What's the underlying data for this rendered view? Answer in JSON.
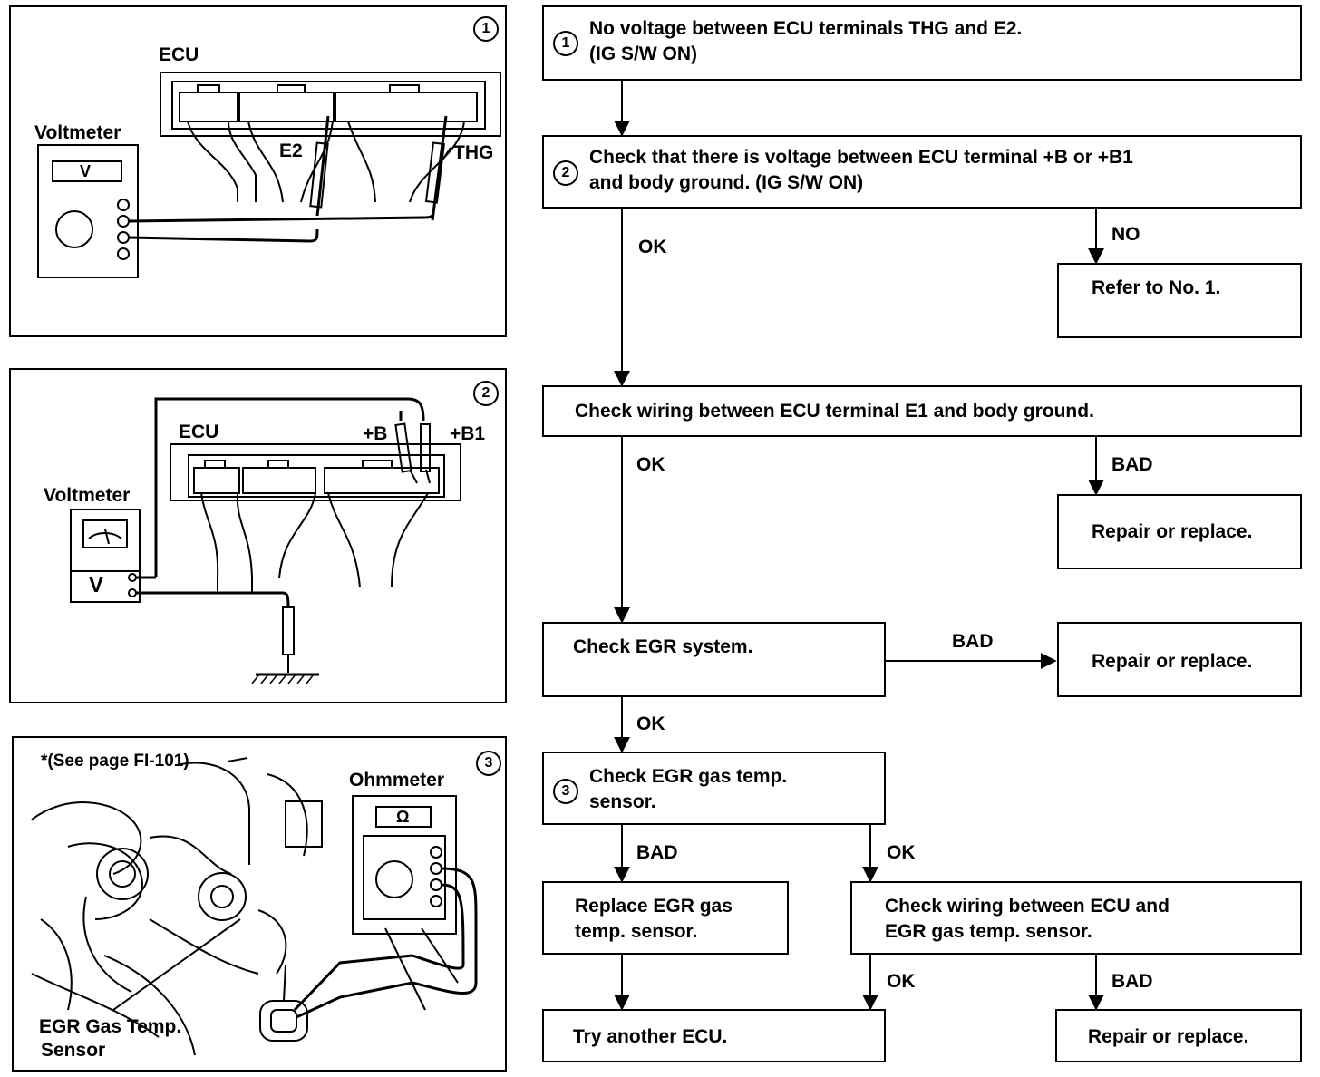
{
  "panel1": {
    "step_number": "1",
    "ecu_label": "ECU",
    "meter_label": "Voltmeter",
    "meter_face": "V",
    "e2_label": "E2",
    "thg_label": "THG"
  },
  "panel2": {
    "step_number": "2",
    "ecu_label": "ECU",
    "meter_label": "Voltmeter",
    "meter_face": "V",
    "b_label": "+B",
    "b1_label": "+B1"
  },
  "panel3": {
    "step_number": "3",
    "see_page": "*(See page FI-101)",
    "meter_label": "Ohmmeter",
    "meter_face": "Ω",
    "sensor_label_1": "EGR Gas Temp.",
    "sensor_label_2": "Sensor"
  },
  "flowchart": {
    "box1": {
      "num": "1",
      "line1": "No voltage between ECU terminals THG and E2.",
      "line2": "(IG S/W ON)"
    },
    "box2": {
      "num": "2",
      "line1": "Check that there is voltage between ECU terminal +B or +B1",
      "line2": "and body ground. (IG S/W ON)"
    },
    "box2_ok": "OK",
    "box2_no": "NO",
    "refer": "Refer to No. 1.",
    "box3": "Check wiring between ECU terminal  E1 and body ground.",
    "box3_ok": "OK",
    "box3_bad": "BAD",
    "repair1": "Repair or replace.",
    "box4": "Check EGR system.",
    "box4_bad": "BAD",
    "repair2": "Repair or replace.",
    "box4_ok": "OK",
    "box5": {
      "num": "3",
      "line1": "Check EGR gas temp.",
      "line2": "sensor."
    },
    "box5_bad": "BAD",
    "box5_ok": "OK",
    "replace": {
      "line1": "Replace EGR gas",
      "line2": "temp. sensor."
    },
    "check_wiring": {
      "line1": "Check wiring between ECU and",
      "line2": "EGR gas temp. sensor."
    },
    "wiring_ok": "OK",
    "wiring_bad": "BAD",
    "try_ecu": "Try another ECU.",
    "repair3": "Repair or replace."
  }
}
